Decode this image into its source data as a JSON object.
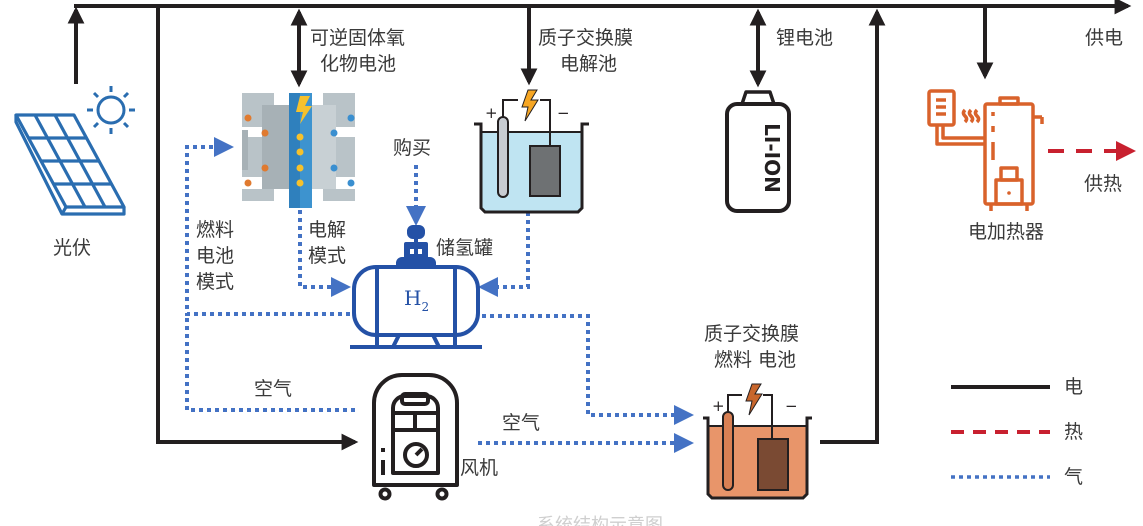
{
  "diagram": {
    "type": "energy-system-flow",
    "components": {
      "pv": {
        "label": "光伏"
      },
      "sofc": {
        "label_line1": "可逆固体氧",
        "label_line2": "化物电池"
      },
      "pem_electrolyzer": {
        "label_line1": "质子交换膜",
        "label_line2": "电解池"
      },
      "li_battery": {
        "label": "锂电池",
        "battery_text": "LI-ION"
      },
      "power_supply": {
        "label": "供电"
      },
      "electric_heater": {
        "label": "电加热器"
      },
      "heat_supply": {
        "label": "供热"
      },
      "purchase": {
        "label": "购买"
      },
      "h2_tank": {
        "label": "储氢罐",
        "symbol": "H",
        "subscript": "2"
      },
      "fuel_cell_mode": {
        "line1": "燃料",
        "line2": "电池",
        "line3": "模式"
      },
      "electrolysis_mode": {
        "line1": "电解",
        "line2": "模式"
      },
      "air_left": {
        "label": "空气"
      },
      "air_right": {
        "label": "空气"
      },
      "fan": {
        "label": "风机"
      },
      "pem_fuel_cell": {
        "label_line1": "质子交换膜",
        "label_line2": "燃料 电池"
      }
    },
    "legend": [
      {
        "key": "electricity",
        "label": "电",
        "style": "solid",
        "color": "#231f20"
      },
      {
        "key": "heat",
        "label": "热",
        "style": "dashed",
        "color": "#c8202f"
      },
      {
        "key": "gas",
        "label": "气",
        "style": "dotted",
        "color": "#4472c4"
      }
    ],
    "colors": {
      "electric": "#231f20",
      "heat": "#c8202f",
      "gas": "#4472c4",
      "solar_blue": "#2a6db0",
      "heater_orange": "#d9622b",
      "electrolyte_blue": "#bfe4f2",
      "fuel_cell_orange": "#e8956a",
      "fuel_cell_dark": "#7a4a33",
      "tank_blue": "#2451a6",
      "sofc_grey": "#b9c3c8",
      "sofc_core": "#2f80bd",
      "bolt_yellow": "#f6c12c",
      "bolt_orange": "#c8662c"
    },
    "caption": "系统结构示意图"
  }
}
